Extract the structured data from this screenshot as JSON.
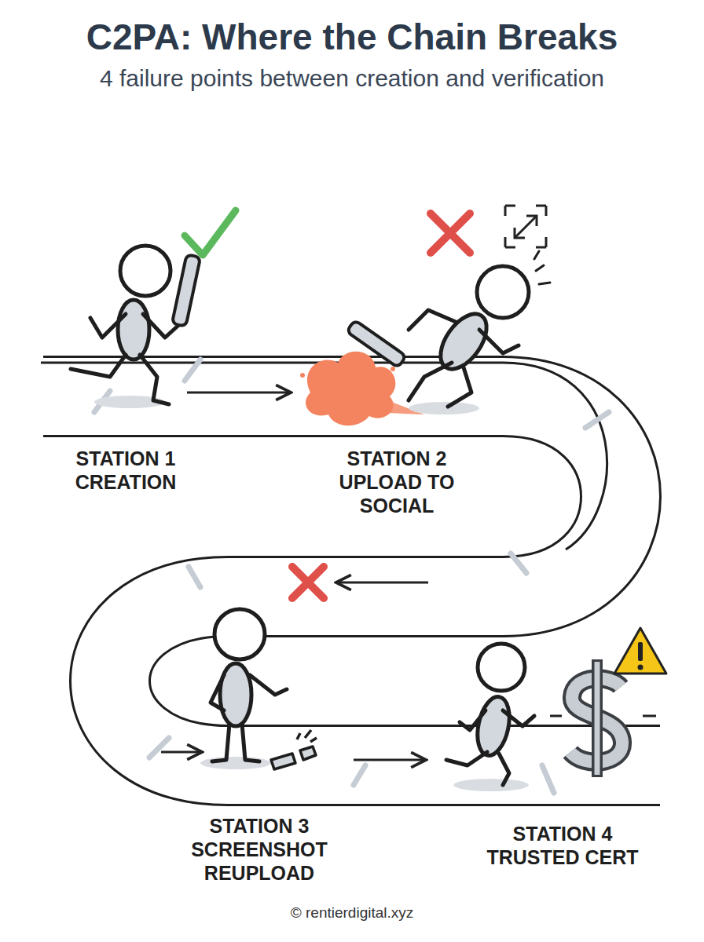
{
  "diagram": {
    "title": "C2PA: Where the Chain Breaks",
    "labels": [
      "4 failure points between creation and verification",
      "STATION 1 CREATION",
      "STATION 2 UPLOAD TO SOCIAL",
      "STATION 3 SCREENSHOT REUPLOAD",
      "STATION 4 TRUSTED CERT",
      "© rentierdigital.xyz"
    ]
  }
}
